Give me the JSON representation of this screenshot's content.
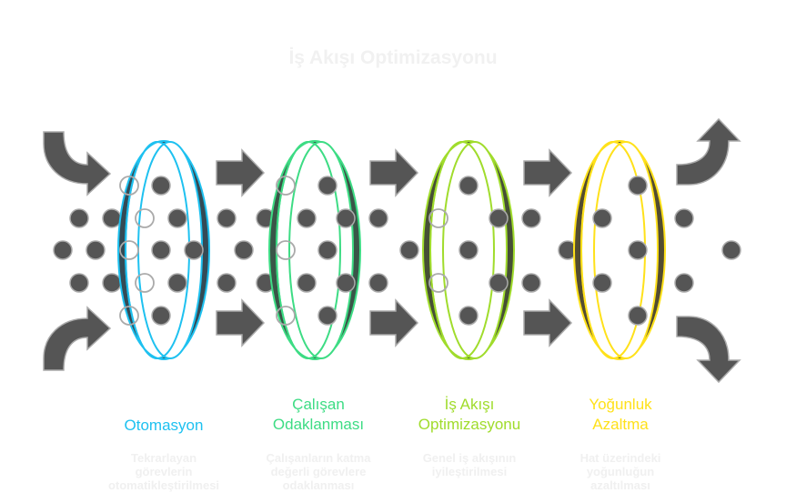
{
  "title": "İş Akışı Optimizasyonu",
  "colors": {
    "dot": "#555555",
    "dot_stroke": "#aaaaaa",
    "arrow": "#555555",
    "arrow_stroke": "#aaaaaa"
  },
  "stages": [
    {
      "label_lines": [
        "Otomasyon"
      ],
      "description_lines": [
        "Tekrarlayan",
        "görevlerin",
        "otomatikleştirilmesi"
      ],
      "accent": "#1ec1f0",
      "band": "#344a55"
    },
    {
      "label_lines": [
        "Çalışan",
        "Odaklanması"
      ],
      "description_lines": [
        "Çalışanların katma",
        "değerli görevlere",
        "odaklanması"
      ],
      "accent": "#3ddc84",
      "band": "#3a5548"
    },
    {
      "label_lines": [
        "İş Akışı",
        "Optimizasyonu"
      ],
      "description_lines": [
        "Genel iş akışının",
        "iyileştirilmesi"
      ],
      "accent": "#a0dc2c",
      "band": "#464f35"
    },
    {
      "label_lines": [
        "Yoğunluk",
        "Azaltma"
      ],
      "description_lines": [
        "Hat üzerindeki",
        "yoğunluğun",
        "azaltılması"
      ],
      "accent": "#ffe11a",
      "band": "#534c30"
    }
  ]
}
